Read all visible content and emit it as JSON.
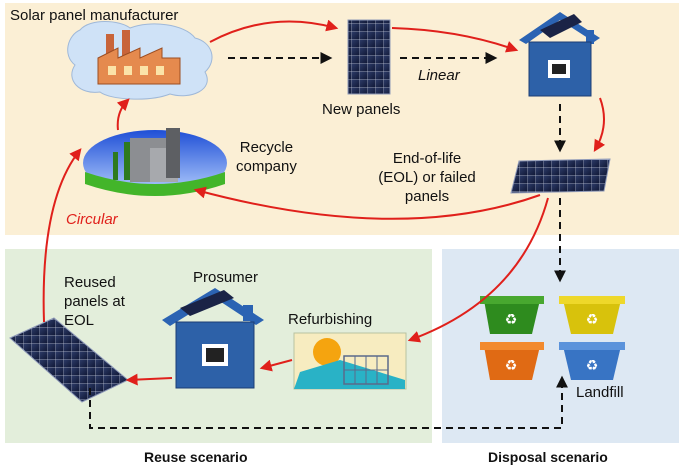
{
  "labels": {
    "manufacturer": "Solar panel manufacturer",
    "new_panels": "New panels",
    "linear": "Linear",
    "recycle_company": "Recycle\ncompany",
    "eol_panels": "End-of-life\n(EOL) or failed\npanels",
    "circular": "Circular",
    "reused_panels": "Reused\npanels at\nEOL",
    "prosumer": "Prosumer",
    "refurbishing": "Refurbishing",
    "landfill": "Landfill",
    "reuse_scenario": "Reuse scenario",
    "disposal_scenario": "Disposal scenario"
  },
  "colors": {
    "top_region": "#fbefd5",
    "reuse_region": "#e3eedb",
    "disposal_region": "#dde8f3",
    "circular_arrow": "#e0201b",
    "linear_arrow": "#111111"
  },
  "icons": [
    "factory-icon",
    "solar-panel-icon",
    "house-icon",
    "recycle-plant-icon",
    "refurbishing-icon",
    "recycling-bins-icon"
  ]
}
